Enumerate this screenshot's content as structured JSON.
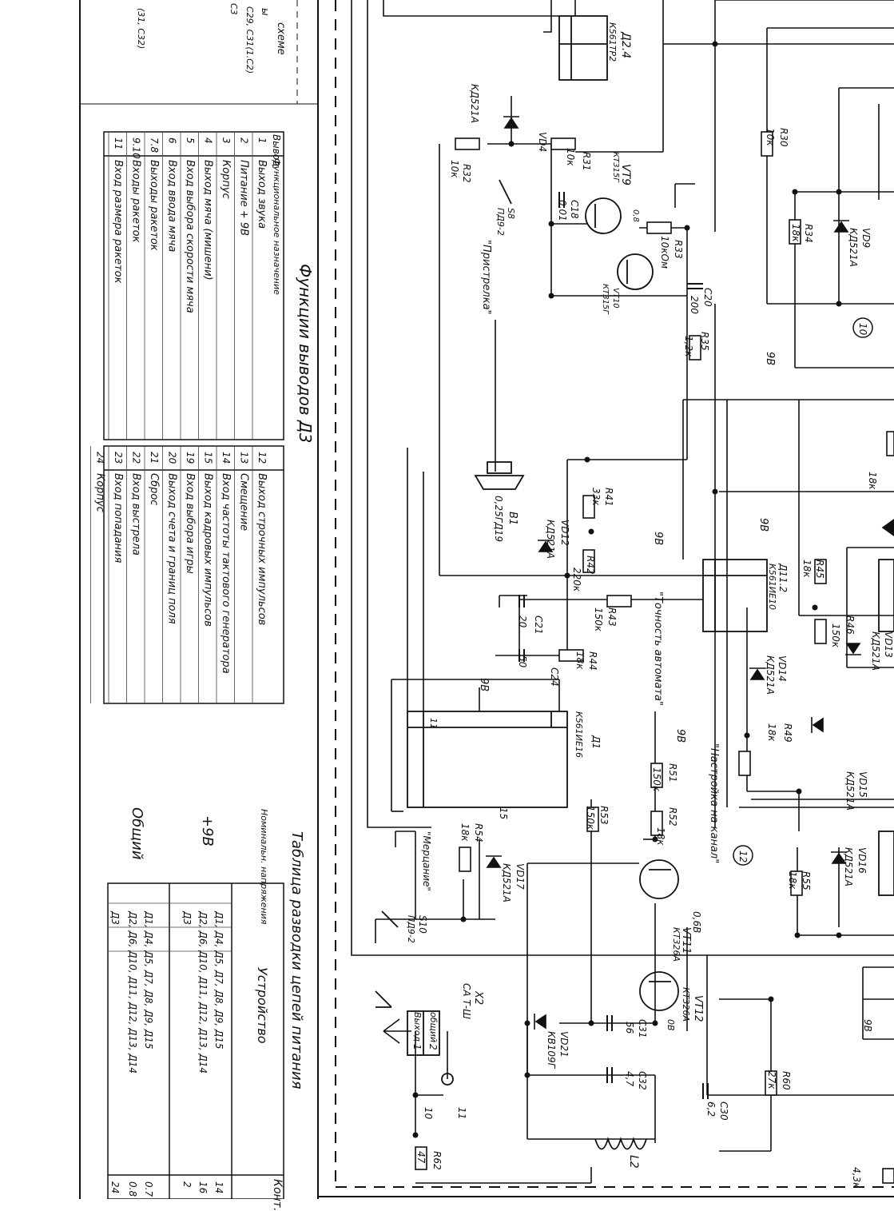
{
  "page_title": "",
  "left_fragment": {
    "lines": [
      "схеме",
      "ы",
      "C29, C31(1.C2)",
      "C3",
      "(31, C32)"
    ]
  },
  "pin_table": {
    "title": "Функции выводов Д3",
    "header": {
      "pin": "Вывод",
      "func": "Функциональное назначение"
    },
    "rows": [
      {
        "pin": "1",
        "func": "Выход звука"
      },
      {
        "pin": "2",
        "func": "Питание + 9В"
      },
      {
        "pin": "3",
        "func": "Корпус"
      },
      {
        "pin": "4",
        "func": "Выход мяча (мишени)"
      },
      {
        "pin": "5",
        "func": "Вход выбора скорости мяча"
      },
      {
        "pin": "6",
        "func": "Вход ввода мяча"
      },
      {
        "pin": "7.8",
        "func": "Выходы ракеток"
      },
      {
        "pin": "9.10",
        "func": "Входы ракеток"
      },
      {
        "pin": "11",
        "func": "Вход размера ракеток"
      },
      {
        "pin": "12",
        "func": "Выход строчных импульсов"
      },
      {
        "pin": "13",
        "func": "Смещение"
      },
      {
        "pin": "14",
        "func": "Вход частоты тактового генератора"
      },
      {
        "pin": "15",
        "func": "Выход кадровых импульсов"
      },
      {
        "pin": "19",
        "func": "Вход выбора игры"
      },
      {
        "pin": "20",
        "func": "Выход счета и границ поля"
      },
      {
        "pin": "21",
        "func": "Сброс"
      },
      {
        "pin": "22",
        "func": "Вход выстрела"
      },
      {
        "pin": "23",
        "func": "Вход попадания"
      },
      {
        "pin": "24",
        "func": "Корпус"
      }
    ]
  },
  "power_table": {
    "title": "Таблица разводки цепей питания",
    "header": {
      "voltage": "Номинальн. напряжения",
      "device": "Устройство",
      "contact": "Конт."
    },
    "rows": [
      {
        "voltage": "+9В",
        "device": "Д1, Д4, Д5, Д7, Д8, Д9, Д15",
        "contact": "14"
      },
      {
        "voltage": "",
        "device": "Д2, Д6, Д10, Д11, Д12, Д13, Д14",
        "contact": "16"
      },
      {
        "voltage": "",
        "device": "Д3",
        "contact": "2"
      },
      {
        "voltage": "Общий",
        "device": "Д1, Д4, Д5, Д7, Д8, Д9, Д15",
        "contact": "0.7"
      },
      {
        "voltage": "",
        "device": "Д2, Д6, Д10, Д11, Д12, Д13, Д14",
        "contact": "0.8"
      },
      {
        "voltage": "",
        "device": "Д3",
        "contact": "24"
      }
    ]
  },
  "ic_labels": [
    {
      "name": "Д2.4",
      "type": "К561ТР2"
    },
    {
      "name": "Д11.2",
      "type": "К561ИЕ10"
    },
    {
      "name": "Д1",
      "type": "К561ИЕ16"
    }
  ],
  "transistors": [
    {
      "name": "VT9",
      "type": "КТ315Г",
      "v": "0,8"
    },
    {
      "name": "VT10",
      "type": "КТ315Г"
    },
    {
      "name": "VT11",
      "type": "КТ326А",
      "v": "0,6В"
    },
    {
      "name": "VT12",
      "type": "КТ326А",
      "v": "0В"
    }
  ],
  "resistors": [
    {
      "name": "R30",
      "value": "10к"
    },
    {
      "name": "R31",
      "value": "10к"
    },
    {
      "name": "R32",
      "value": "10к"
    },
    {
      "name": "R33",
      "value": "10кОм"
    },
    {
      "name": "R34",
      "value": "18к"
    },
    {
      "name": "R35",
      "value": "1,2к"
    },
    {
      "name": "R41",
      "value": "33к"
    },
    {
      "name": "R42",
      "value": "220к"
    },
    {
      "name": "R43",
      "value": "150к"
    },
    {
      "name": "R44",
      "value": "18к"
    },
    {
      "name": "R45",
      "value": "18к"
    },
    {
      "name": "R46",
      "value": "150к"
    },
    {
      "name": "R49",
      "value": "18к"
    },
    {
      "name": "R51",
      "value": "150к"
    },
    {
      "name": "R52",
      "value": "18к"
    },
    {
      "name": "R53",
      "value": "150к"
    },
    {
      "name": "R54",
      "value": "18к"
    },
    {
      "name": "R55",
      "value": "18к"
    },
    {
      "name": "R60",
      "value": "27к"
    },
    {
      "name": "R62",
      "value": "47"
    },
    {
      "name": "",
      "value": "18к"
    },
    {
      "name": "",
      "value": "4,3к"
    }
  ],
  "capacitors": [
    {
      "name": "C18",
      "value": "0,01"
    },
    {
      "name": "C20",
      "value": "200"
    },
    {
      "name": "C21",
      "value": "20"
    },
    {
      "name": "C24",
      "value": "50"
    },
    {
      "name": "C30",
      "value": "6,2"
    },
    {
      "name": "C31",
      "value": "56"
    },
    {
      "name": "C32",
      "value": "4,7"
    }
  ],
  "diodes": [
    {
      "name": "VD4",
      "type": "КД521А"
    },
    {
      "name": "VD9",
      "type": "КД521А"
    },
    {
      "name": "VD12",
      "type": "КД521А"
    },
    {
      "name": "VD13",
      "type": "КД521А"
    },
    {
      "name": "VD14",
      "type": "КД521А"
    },
    {
      "name": "VD15",
      "type": "КД521А"
    },
    {
      "name": "VD16",
      "type": "КД521А"
    },
    {
      "name": "VD17",
      "type": "КД521А"
    },
    {
      "name": "VD21",
      "type": "КВ109Г"
    }
  ],
  "switches": [
    {
      "name": "S8",
      "type": "ПД9-2",
      "label": "\"Пристрелка\""
    },
    {
      "name": "S10",
      "type": "ПД9-2",
      "label": "\"Мерцание\""
    }
  ],
  "other_parts": [
    {
      "name": "B1",
      "type": "0,25ГД19"
    },
    {
      "name": "X2",
      "type": "СА Т-Ш"
    },
    {
      "name": "L2",
      "type": ""
    }
  ],
  "connector_x2": {
    "pin1": "1",
    "pin2": "2",
    "label1": "Выход",
    "label2": "общий"
  },
  "annotations": [
    "\"Точность автомата\"",
    "\"Настройка на канал\"",
    "9В",
    "9В",
    "9В",
    "9В",
    "9В",
    "9В",
    "10",
    "12",
    "15",
    "11",
    "10",
    "11"
  ]
}
